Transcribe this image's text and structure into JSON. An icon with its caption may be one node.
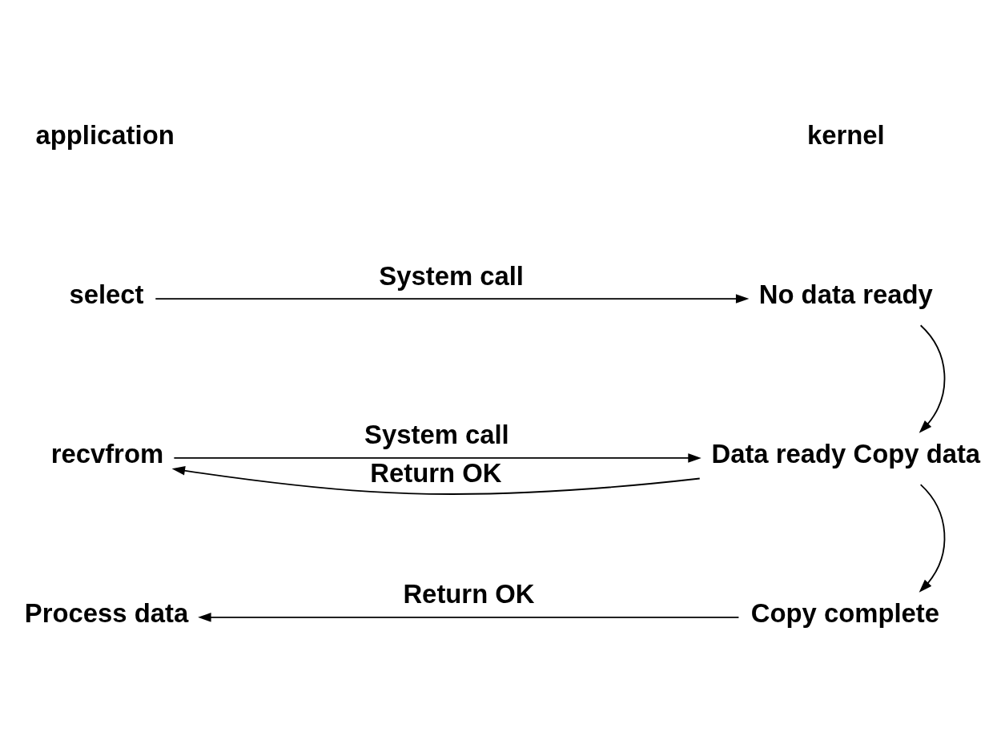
{
  "diagram": {
    "nodes": [
      {
        "text": [
          "select"
        ]
      },
      {
        "text": [
          "No data ready"
        ]
      },
      {
        "text": [
          "Data ready Copy data"
        ]
      },
      {
        "text": [
          "recvfrom"
        ]
      },
      {
        "text": [
          "Copy complete"
        ]
      },
      {
        "text": [
          "Process data"
        ]
      }
    ],
    "edges": [
      {
        "from": 0,
        "to": 1,
        "arrow": "to",
        "label": "System call"
      },
      {
        "from": 1,
        "to": 2,
        "arrow": "to"
      },
      {
        "from": 2,
        "to": 3,
        "arrow": "to",
        "label": "Return OK"
      },
      {
        "from": 3,
        "to": 2,
        "arrow": "to",
        "label": "System call"
      },
      {
        "from": 2,
        "to": 4,
        "arrow": "to"
      },
      {
        "from": 4,
        "to": 5,
        "arrow": "to",
        "label": "Return OK"
      }
    ],
    "labels": [
      "kernel",
      "application"
    ]
  }
}
